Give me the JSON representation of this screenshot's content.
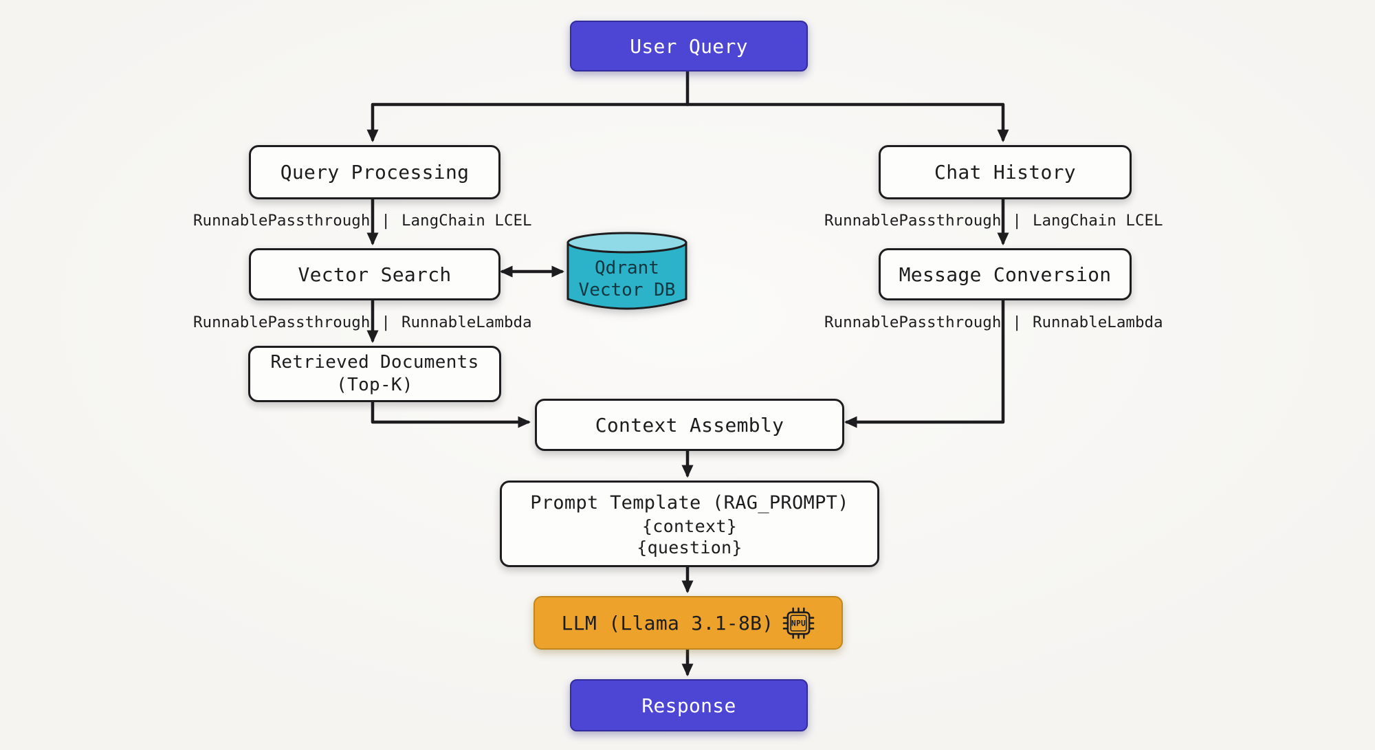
{
  "colors": {
    "background": "#f5f4f1",
    "node_fill": "#fdfdfb",
    "node_border": "#1d1d1f",
    "accent_purple": "#4d45d3",
    "accent_purple_border": "#332c9b",
    "accent_orange": "#eda32b",
    "accent_orange_border": "#c2871c",
    "qdrant_body": "#2cb3c9",
    "qdrant_top": "#90d9e6",
    "qdrant_text": "#123741",
    "arrow": "#1d1d1f",
    "text_dark": "#1d1d1f",
    "text_light": "#ffffff"
  },
  "nodes": {
    "user_query": {
      "label": "User Query"
    },
    "query_processing": {
      "label": "Query Processing"
    },
    "chat_history": {
      "label": "Chat History"
    },
    "vector_search": {
      "label": "Vector Search"
    },
    "qdrant": {
      "line1": "Qdrant",
      "line2": "Vector DB"
    },
    "message_conversion": {
      "label": "Message Conversion"
    },
    "retrieved_documents": {
      "line1": "Retrieved Documents",
      "line2": "(Top-K)"
    },
    "context_assembly": {
      "label": "Context Assembly"
    },
    "prompt_template": {
      "line1": "Prompt Template (RAG_PROMPT)",
      "line2": "{context}",
      "line3": "{question}"
    },
    "llm": {
      "label": "LLM (Llama 3.1-8B)",
      "chip_label": "NPU"
    },
    "response": {
      "label": "Response"
    }
  },
  "edge_labels": {
    "left_top": {
      "left": "RunnablePassthrough",
      "separator": "|",
      "right": "LangChain LCEL"
    },
    "left_bottom": {
      "left": "RunnablePassthrough",
      "separator": "|",
      "right": "RunnableLambda"
    },
    "right_top": {
      "left": "RunnablePassthrough",
      "separator": "|",
      "right": "LangChain LCEL"
    },
    "right_bottom": {
      "left": "RunnablePassthrough",
      "separator": "|",
      "right": "RunnableLambda"
    }
  }
}
